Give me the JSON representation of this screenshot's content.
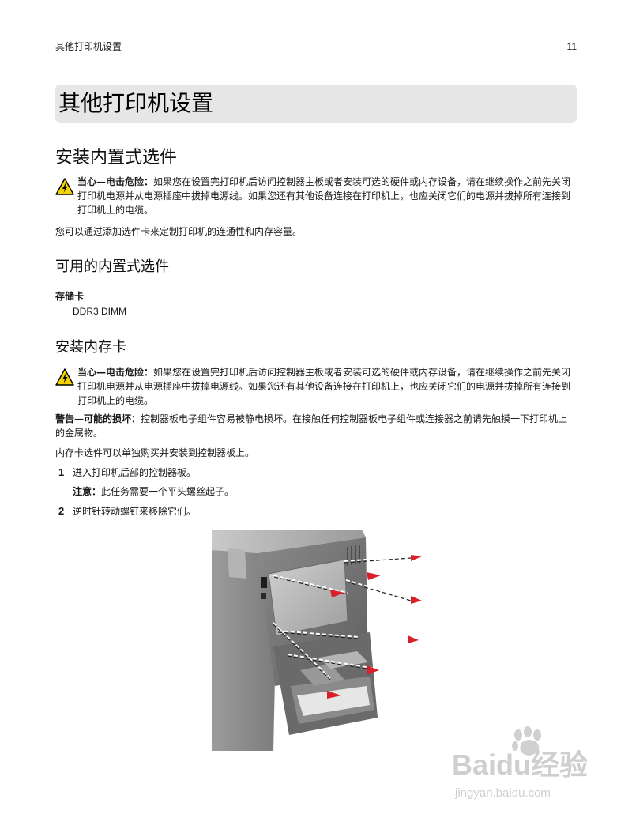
{
  "running_header": {
    "title": "其他打印机设置",
    "page": "11"
  },
  "chapter_title": "其他打印机设置",
  "section_install_options": {
    "heading": "安装内置式选件",
    "warning_label": "当心—电击危险：",
    "warning_text": "如果您在设置完打印机后访问控制器主板或者安装可选的硬件或内存设备，请在继续操作之前先关闭打印机电源并从电源插座中拔掉电源线。如果您还有其他设备连接在打印机上，也应关闭它们的电源并拔掉所有连接到打印机上的电缆。",
    "intro": "您可以通过添加选件卡来定制打印机的连通性和内存容量。"
  },
  "section_available": {
    "heading": "可用的内置式选件",
    "term": "存储卡",
    "term_def": "DDR3 DIMM"
  },
  "section_install_memory": {
    "heading": "安装内存卡",
    "warning_label": "当心—电击危险：",
    "warning_text": "如果您在设置完打印机后访问控制器主板或者安装可选的硬件或内存设备，请在继续操作之前先关闭打印机电源并从电源插座中拔掉电源线。如果您还有其他设备连接在打印机上，也应关闭它们的电源并拔掉所有连接到打印机上的电缆。",
    "caution_label": "警告—可能的损坏：",
    "caution_text": "控制器板电子组件容易被静电损坏。在接触任何控制器板电子组件或连接器之前请先触摸一下打印机上的金属物。",
    "intro": "内存卡选件可以单独购买并安装到控制器板上。",
    "steps": [
      {
        "num": "1",
        "text": "进入打印机后部的控制器板。",
        "note_label": "注意：",
        "note_text": "此任务需要一个平头螺丝起子。"
      },
      {
        "num": "2",
        "text": "逆时针转动螺钉来移除它们。"
      }
    ]
  },
  "watermark": {
    "brand": "Baidu经验",
    "url": "jingyan.baidu.com"
  },
  "colors": {
    "band": "#e6e6e6",
    "warning_yellow": "#f5d200",
    "arrow_red": "#d8202a",
    "printer_gray": "#7a7a7a"
  },
  "icons": [
    "electrical-hazard-icon",
    "baidu-paw-icon"
  ]
}
